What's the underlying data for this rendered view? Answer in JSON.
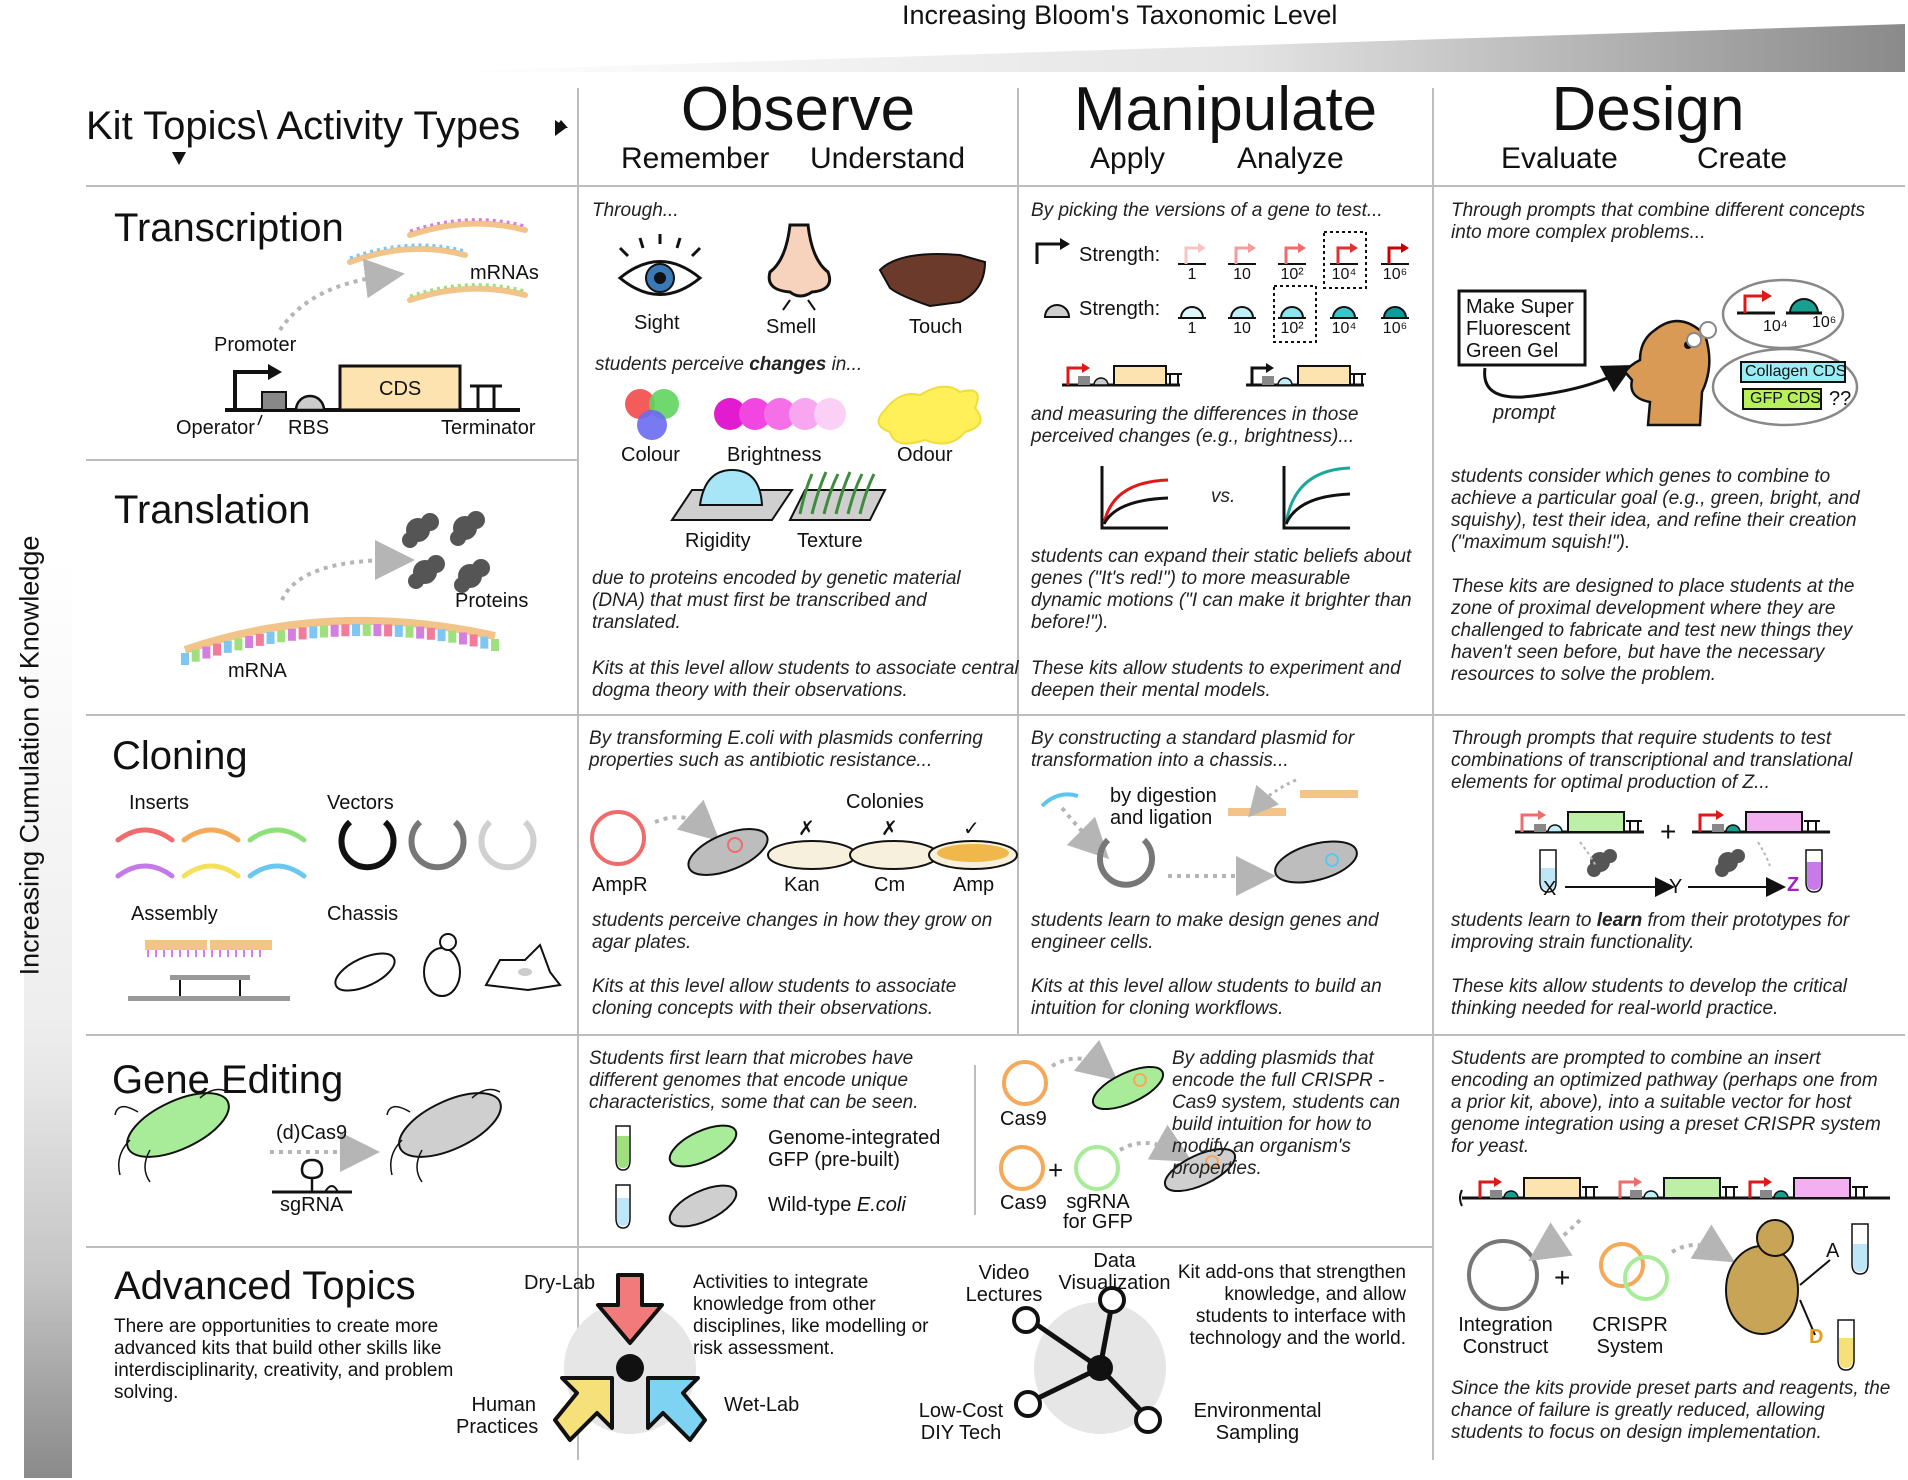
{
  "top_axis_label": "Increasing Bloom's Taxonomic Level",
  "left_axis_label": "Increasing Cumulation of Knowledge",
  "corner_label": "Kit Topics\\ Activity Types",
  "columns": [
    {
      "title": "Observe",
      "sub1": "Remember",
      "sub2": "Understand"
    },
    {
      "title": "Manipulate",
      "sub1": "Apply",
      "sub2": "Analyze"
    },
    {
      "title": "Design",
      "sub1": "Evaluate",
      "sub2": "Create"
    }
  ],
  "topics": {
    "transcription": {
      "title": "Transcription",
      "mrnas": "mRNAs",
      "promoter": "Promoter",
      "cds": "CDS",
      "operator": "Operator",
      "rbs": "RBS",
      "terminator": "Terminator"
    },
    "translation": {
      "title": "Translation",
      "proteins": "Proteins",
      "mrna": "mRNA"
    },
    "cloning": {
      "title": "Cloning",
      "inserts": "Inserts",
      "vectors": "Vectors",
      "assembly": "Assembly",
      "chassis": "Chassis"
    },
    "gene_editing": {
      "title": "Gene Editing",
      "cas9": "(d)Cas9",
      "sgrna": "sgRNA"
    },
    "advanced": {
      "title": "Advanced Topics",
      "desc": "There are opportunities to create more advanced kits that build other skills like interdisciplinarity, creativity, and problem solving."
    }
  },
  "observe_tt": {
    "through": "Through...",
    "sight": "Sight",
    "smell": "Smell",
    "touch": "Touch",
    "perceive_pre": "students perceive ",
    "perceive_bold": "changes",
    "perceive_post": " in...",
    "colour": "Colour",
    "brightness": "Brightness",
    "odour": "Odour",
    "rigidity": "Rigidity",
    "texture": "Texture",
    "due": "due to proteins encoded by genetic material (DNA) that must first be transcribed and translated.",
    "kits": "Kits at this level allow students to associate central dogma theory with their observations."
  },
  "manipulate_tt": {
    "picking": "By picking the versions of a gene to test...",
    "strength": "Strength:",
    "levels": [
      "1",
      "10",
      "10²",
      "10⁴",
      "10⁶"
    ],
    "measuring": "and measuring the differences in those perceived changes (e.g., brightness)...",
    "vs": "vs.",
    "expand": "students can expand their static beliefs about genes (\"It's red!\") to more measurable dynamic motions (\"I can make it brighter than before!\").",
    "kits": "These kits allow students to experiment and deepen their mental models."
  },
  "design_tt": {
    "through": "Through prompts that combine different concepts into more complex problems...",
    "gel": "Make Super Fluorescent Green Gel",
    "prompt": "prompt",
    "b104": "10⁴",
    "b106": "10⁶",
    "collagen": "Collagen CDS",
    "gfp": "GFP CDS",
    "qq": "??",
    "consider": "students consider which genes to combine to achieve a particular goal (e.g., green, bright, and squishy), test their idea, and refine their creation (\"maximum squish!\").",
    "zone": "These kits are designed to place students at the zone of proximal development where they are challenged to fabricate and test new things they haven't seen before, but have the necessary resources to solve the problem."
  },
  "observe_cl": {
    "transforming": "By transforming E.coli with plasmids conferring properties such as antibiotic resistance...",
    "colonies": "Colonies",
    "ampr": "AmpR",
    "kan": "Kan",
    "cm": "Cm",
    "amp": "Amp",
    "x": "✗",
    "check": "✓",
    "perceive": "students perceive changes in how they grow on agar plates.",
    "kits": "Kits at this level allow students to associate cloning concepts with their observations."
  },
  "manipulate_cl": {
    "constructing": "By constructing a standard plasmid for transformation into a chassis...",
    "digestion": "by digestion and ligation",
    "learn": "students learn to make design genes and engineer cells.",
    "kits": "Kits at this level allow students to build an intuition for cloning workflows."
  },
  "design_cl": {
    "prompts": "Through prompts that require students to test combinations of transcriptional and translational elements for optimal production of Z...",
    "plus": "+",
    "x": "X",
    "y": "Y",
    "z": "Z",
    "learn_pre": "students learn to ",
    "learn_bold": "learn",
    "learn_post": " from their prototypes for improving strain functionality.",
    "kits": "These kits allow students to develop the critical thinking needed for real-world practice."
  },
  "observe_ge": {
    "first": "Students first learn that microbes have different genomes that encode unique characteristics, some that can be seen.",
    "gfp": "Genome-integrated GFP (pre-built)",
    "wild_pre": "Wild-type ",
    "wild_it": "E.coli"
  },
  "manipulate_ge": {
    "adding": "By adding plasmids that encode the full CRISPR -Cas9 system, students can build intuition for how to modify an organism's properties.",
    "cas9": "Cas9",
    "plus": "+",
    "sgrna": "sgRNA for GFP"
  },
  "design_ge": {
    "prompted": "Students are prompted to combine an insert encoding an optimized pathway (perhaps one from a prior kit, above), into a suitable vector for host genome integration using a preset CRISPR system for yeast.",
    "integration": "Integration Construct",
    "crispr": "CRISPR System",
    "plus": "+",
    "a": "A",
    "d": "D",
    "since": "Since the kits provide preset parts and reagents, the chance of failure is greatly reduced, allowing students to focus on design implementation."
  },
  "advanced_mid": {
    "drylab": "Dry-Lab",
    "human": "Human Practices",
    "wetlab": "Wet-Lab",
    "activities": "Activities to integrate knowledge from other disciplines, like modelling or risk assessment.",
    "video": "Video Lectures",
    "data_vis": "Data Visualization",
    "lowcost": "Low-Cost DIY Tech",
    "env": "Environmental Sampling",
    "addons": "Kit add-ons that strengthen knowledge, and allow students to interface with technology and the world."
  }
}
